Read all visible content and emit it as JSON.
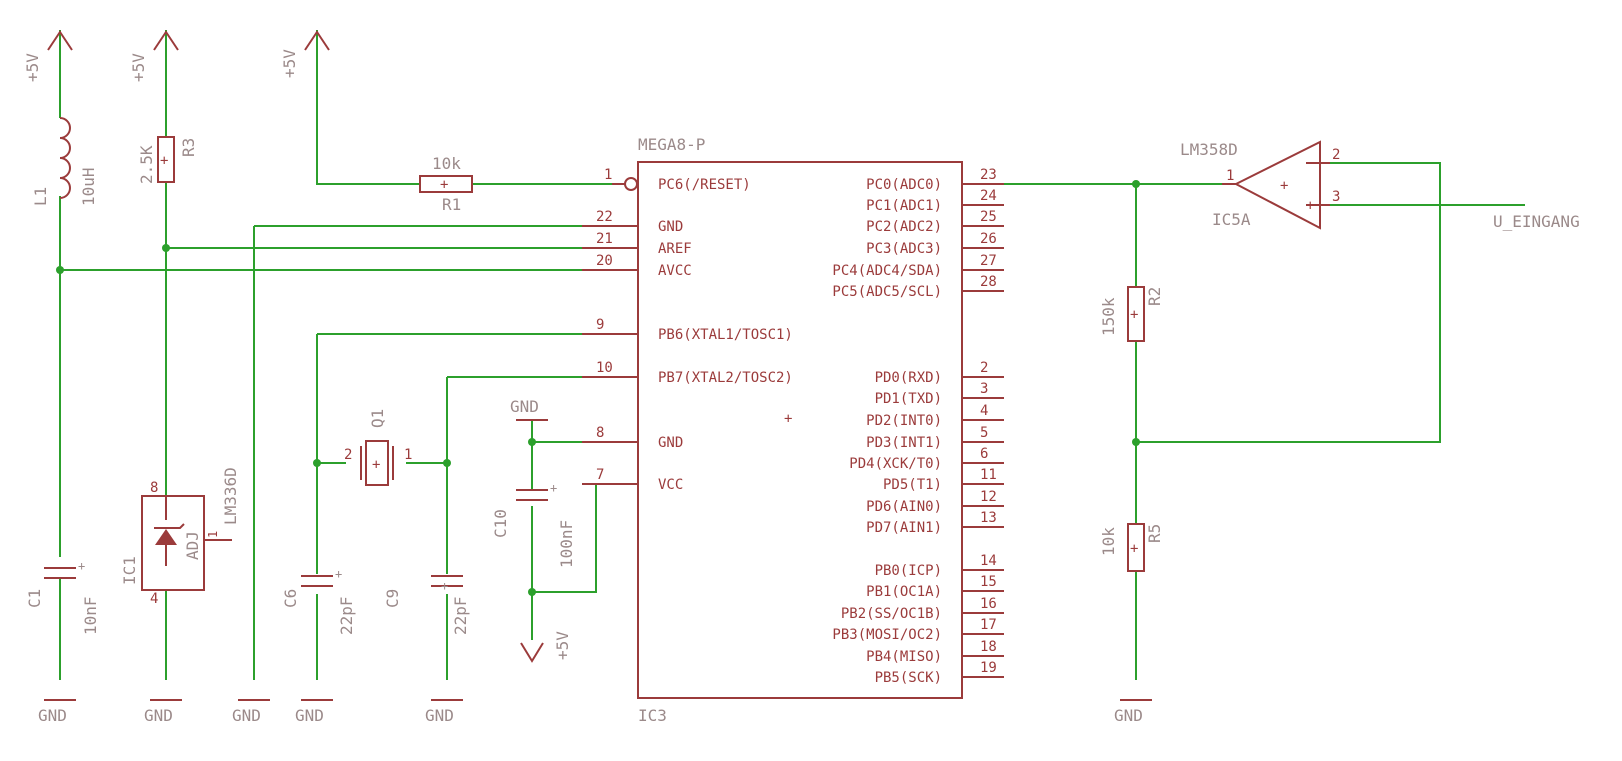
{
  "supply": {
    "p5v_a": "+5V",
    "p5v_b": "+5V",
    "p5v_c": "+5V",
    "p5v_d": "+5V"
  },
  "gnd": {
    "g1": "GND",
    "g2": "GND",
    "g3": "GND",
    "g4": "GND",
    "g5": "GND",
    "g6": "GND",
    "g7": "GND"
  },
  "parts": {
    "L1": {
      "name": "L1",
      "value": "10uH"
    },
    "R3": {
      "name": "R3",
      "value": "2.5K"
    },
    "R1": {
      "name": "R1",
      "value": "10k"
    },
    "R2": {
      "name": "R2",
      "value": "150k"
    },
    "R5": {
      "name": "R5",
      "value": "10k"
    },
    "C1": {
      "name": "C1",
      "value": "10nF"
    },
    "C6": {
      "name": "C6",
      "value": "22pF"
    },
    "C9": {
      "name": "C9",
      "value": "22pF"
    },
    "C10": {
      "name": "C10",
      "value": "100nF"
    },
    "Q1": {
      "name": "Q1",
      "pin1": "1",
      "pin2": "2"
    },
    "IC1": {
      "name": "IC1",
      "type": "LM336D",
      "adj": "ADJ",
      "pin8": "8",
      "pin4": "4",
      "pin1": "1"
    },
    "IC5": {
      "name": "IC5A",
      "type": "LM358D",
      "plus": "+",
      "pin1": "1",
      "pin2": "2",
      "pin3": "3"
    },
    "plus": "+"
  },
  "ic3": {
    "name": "IC3",
    "type": "MEGA8-P",
    "left_pins": [
      {
        "num": "1",
        "label": "PC6(/RESET)"
      },
      {
        "num": "22",
        "label": "GND"
      },
      {
        "num": "21",
        "label": "AREF"
      },
      {
        "num": "20",
        "label": "AVCC"
      },
      {
        "num": "9",
        "label": "PB6(XTAL1/TOSC1)"
      },
      {
        "num": "10",
        "label": "PB7(XTAL2/TOSC2)"
      },
      {
        "num": "8",
        "label": "GND"
      },
      {
        "num": "7",
        "label": "VCC"
      }
    ],
    "right_pins": [
      {
        "num": "23",
        "label": "PC0(ADC0)"
      },
      {
        "num": "24",
        "label": "PC1(ADC1)"
      },
      {
        "num": "25",
        "label": "PC2(ADC2)"
      },
      {
        "num": "26",
        "label": "PC3(ADC3)"
      },
      {
        "num": "27",
        "label": "PC4(ADC4/SDA)"
      },
      {
        "num": "28",
        "label": "PC5(ADC5/SCL)"
      },
      {
        "num": "2",
        "label": "PD0(RXD)"
      },
      {
        "num": "3",
        "label": "PD1(TXD)"
      },
      {
        "num": "4",
        "label": "PD2(INT0)"
      },
      {
        "num": "5",
        "label": "PD3(INT1)"
      },
      {
        "num": "6",
        "label": "PD4(XCK/T0)"
      },
      {
        "num": "11",
        "label": "PD5(T1)"
      },
      {
        "num": "12",
        "label": "PD6(AIN0)"
      },
      {
        "num": "13",
        "label": "PD7(AIN1)"
      },
      {
        "num": "14",
        "label": "PB0(ICP)"
      },
      {
        "num": "15",
        "label": "PB1(OC1A)"
      },
      {
        "num": "16",
        "label": "PB2(SS/OC1B)"
      },
      {
        "num": "17",
        "label": "PB3(MOSI/OC2)"
      },
      {
        "num": "18",
        "label": "PB4(MISO)"
      },
      {
        "num": "19",
        "label": "PB5(SCK)"
      }
    ]
  },
  "net_label": "U_EINGANG",
  "colors": {
    "symbol": "#9b3b3b",
    "wire": "#2ca02c",
    "label": "#9b8a8a"
  }
}
